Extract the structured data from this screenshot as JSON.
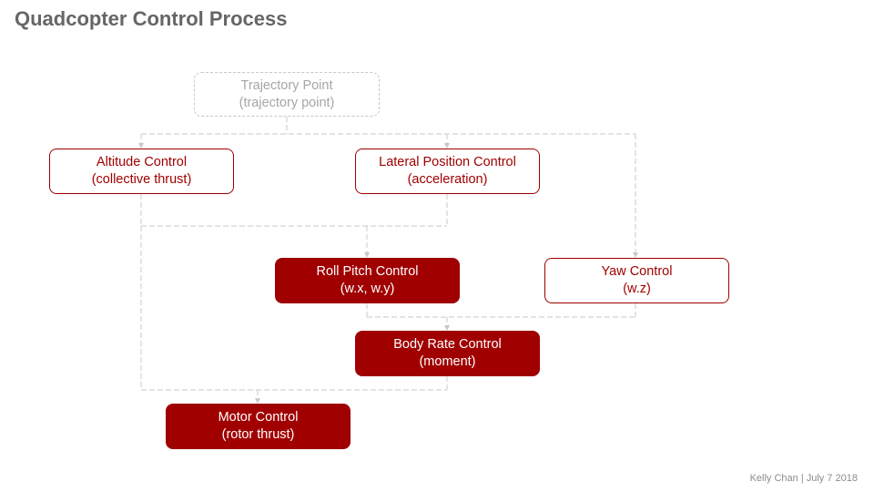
{
  "title": "Quadcopter Control Process",
  "footer": "Kelly Chan | July 7 2018",
  "colors": {
    "accent": "#a00000",
    "title_text": "#666666",
    "connector": "#c8c8c8",
    "ghost_text": "#a6a6a6"
  },
  "nodes": {
    "trajectory_point": {
      "label": "Trajectory Point",
      "sublabel": "(trajectory point)"
    },
    "altitude_control": {
      "label": "Altitude Control",
      "sublabel": "(collective thrust)"
    },
    "lateral_position_control": {
      "label": "Lateral Position Control",
      "sublabel": "(acceleration)"
    },
    "roll_pitch_control": {
      "label": "Roll Pitch Control",
      "sublabel": "(w.x, w.y)"
    },
    "yaw_control": {
      "label": "Yaw Control",
      "sublabel": "(w.z)"
    },
    "body_rate_control": {
      "label": "Body Rate Control",
      "sublabel": "(moment)"
    },
    "motor_control": {
      "label": "Motor Control",
      "sublabel": "(rotor thrust)"
    }
  }
}
